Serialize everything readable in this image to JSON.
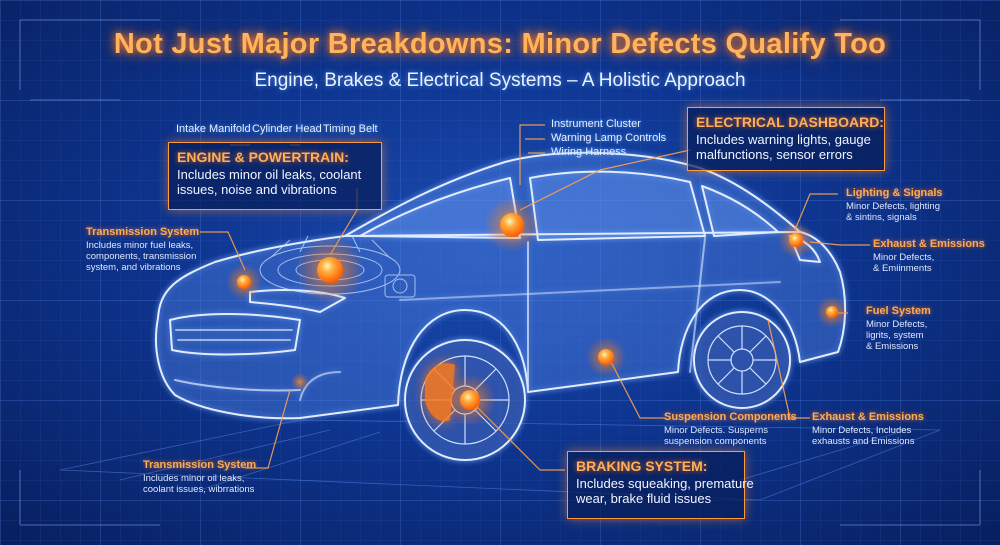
{
  "header": {
    "title": "Not Just Major Breakdowns: Minor Defects Qualify Too",
    "subtitle": "Engine, Brakes & Electrical Systems – A Holistic Approach"
  },
  "top_labels": {
    "engine_parts": [
      "Intake Manifold",
      "Cylinder Head",
      "Timing Belt"
    ],
    "dash_parts": [
      "Instrument Cluster",
      "Warning Lamp Controls",
      "Wiring Harness"
    ]
  },
  "boxes": {
    "engine": {
      "heading": "ENGINE & POWERTRAIN:",
      "body": "Includes minor oil leaks, coolant\nissues, noise and vibrations"
    },
    "electrical": {
      "heading": "ELECTRICAL DASHBOARD:",
      "body": "Includes warning lights, gauge\nmalfunctions, sensor errors"
    },
    "braking": {
      "heading": "BRAKING SYSTEM:",
      "body": "Includes squeaking, premature\nwear, brake fluid issues"
    }
  },
  "callouts": {
    "transmission_upper": {
      "heading": "Transmission System",
      "body": "Includes minor fuel leaks,\ncomponents, transmission\nsystem, and vibrations"
    },
    "transmission_lower": {
      "heading": "Transmission System",
      "body": "Includes minor oil leaks,\ncoolant issues, wibrrations"
    },
    "lighting": {
      "heading": "Lighting & Signals",
      "body": "Minor Defects, lighting\n& sintins, signals"
    },
    "exhaust_upper": {
      "heading": "Exhaust & Emissions",
      "body": "Minor Defects,\n& Emiinments"
    },
    "fuel": {
      "heading": "Fuel System",
      "body": "Minor Defects,\nligrits, system\n& Emissions"
    },
    "suspension": {
      "heading": "Suspension Components",
      "body": "Minor Defects. Susperns\nsuspension components"
    },
    "exhaust_lower": {
      "heading": "Exhaust & Emissions",
      "body": "Minor Defects, Includes\nexhausts and Emissions"
    }
  },
  "colors": {
    "accent": "#ff9b3d",
    "glow": "#ffb35a",
    "line": "#dbe8ff",
    "background": "#0e3590"
  }
}
